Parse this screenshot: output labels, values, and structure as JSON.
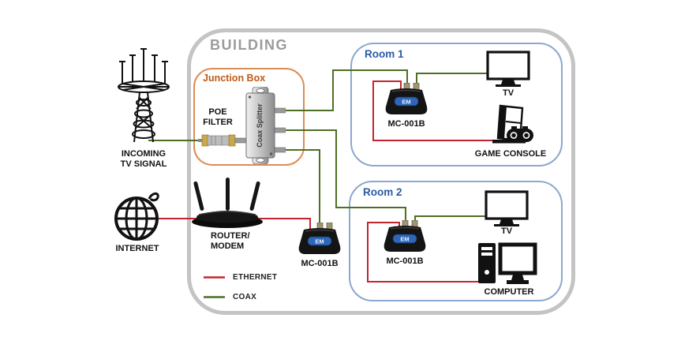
{
  "colors": {
    "coax": "#4d6f24",
    "ethernet": "#c42430",
    "building_border": "#c4c4c4",
    "building_text": "#9b9b9b",
    "junction_border": "#dd8c52",
    "junction_text": "#bf5a17",
    "room_border": "#8ba8ce",
    "room_text": "#2a5ba4"
  },
  "building": {
    "label": "BUILDING"
  },
  "junction_box": {
    "label": "Junction Box",
    "poe_filter_line1": "POE",
    "poe_filter_line2": "FILTER",
    "splitter_label": "Coax Splitter"
  },
  "incoming_signal": {
    "line1": "INCOMING",
    "line2": "TV SIGNAL"
  },
  "internet": {
    "label": "INTERNET"
  },
  "router": {
    "label_line1": "ROUTER/",
    "label_line2": "MODEM"
  },
  "adapter": {
    "model": "MC-001B",
    "logo_text": "EM"
  },
  "room1": {
    "label": "Room 1",
    "tv_label": "TV",
    "console_label": "GAME CONSOLE"
  },
  "room2": {
    "label": "Room 2",
    "tv_label": "TV",
    "computer_label": "COMPUTER"
  },
  "legend": {
    "ethernet_label": "ETHERNET",
    "coax_label": "COAX"
  }
}
